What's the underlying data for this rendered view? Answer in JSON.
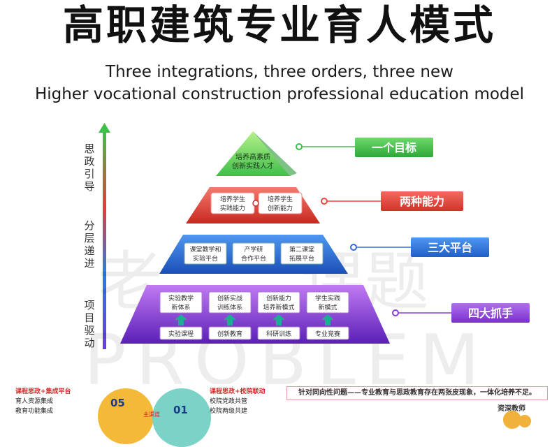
{
  "header": {
    "title": "高职建筑专业育人模式",
    "subtitle_line1": "Three integrations, three orders, three new",
    "subtitle_line2": "Higher vocational construction professional education model"
  },
  "left_axis": {
    "groups": [
      {
        "chars": [
          "思",
          "政",
          "引",
          "导"
        ]
      },
      {
        "chars": [
          "分",
          "层",
          "递",
          "进"
        ]
      },
      {
        "chars": [
          "项",
          "目",
          "驱",
          "动"
        ]
      }
    ]
  },
  "pyramid": {
    "tier1": {
      "lines": [
        "培养高素质",
        "创新实践人才"
      ],
      "label": "一个目标",
      "label_color": "#3fbf4a"
    },
    "tier2": {
      "boxes": [
        {
          "lines": [
            "培养学生",
            "实践能力"
          ]
        },
        {
          "lines": [
            "培养学生",
            "创新能力"
          ]
        }
      ],
      "label": "两种能力",
      "label_color": "#e8463f"
    },
    "tier3": {
      "boxes": [
        {
          "lines": [
            "课堂教学和",
            "实验平台"
          ]
        },
        {
          "lines": [
            "产学研",
            "合作平台"
          ]
        },
        {
          "lines": [
            "第二课堂",
            "拓展平台"
          ]
        }
      ],
      "label": "三大平台",
      "label_color": "#2e6fd6"
    },
    "tier4": {
      "top_boxes": [
        {
          "lines": [
            "实验教学",
            "新体系"
          ]
        },
        {
          "lines": [
            "创新实战",
            "训练体系"
          ]
        },
        {
          "lines": [
            "创新能力",
            "培养新模式"
          ]
        },
        {
          "lines": [
            "学生实践",
            "新模式"
          ]
        }
      ],
      "bottom_boxes": [
        {
          "text": "实验课程"
        },
        {
          "text": "创新教育"
        },
        {
          "text": "科研训练"
        },
        {
          "text": "专业竞赛"
        }
      ],
      "label": "四大抓手",
      "label_color": "#8a3fd6"
    }
  },
  "watermark": {
    "line1": "老",
    "line1b": "课题",
    "line2": "PROBLEM"
  },
  "bottom": {
    "left_head": "课程思政+集成平台",
    "left_lines": [
      "育人资源集成",
      "教育功能集成"
    ],
    "circle_a": "05",
    "circle_b": "01",
    "tiny": "主渠道",
    "mid_head": "课程思政+校院联动",
    "mid_lines": [
      "校院党政共管",
      "校院两级共建"
    ],
    "banner": "针对同向性问题——专业教育与思政教育存在两张皮现象，一体化培养不足。",
    "right_label": "资深教师"
  }
}
